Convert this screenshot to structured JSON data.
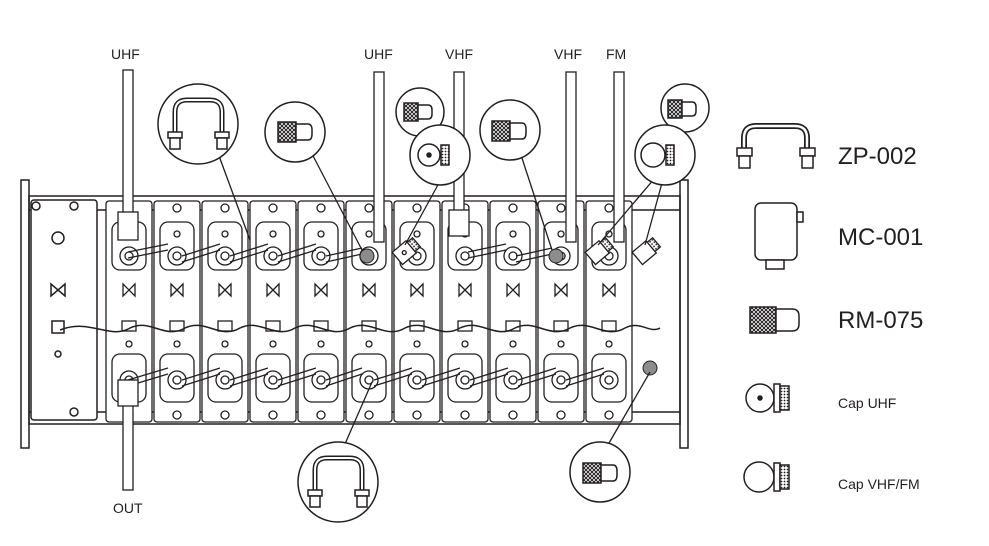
{
  "top_labels": {
    "uhf_1": "UHF",
    "uhf_2": "UHF",
    "vhf_1": "VHF",
    "vhf_2": "VHF",
    "fm": "FM"
  },
  "bottom_label": "OUT",
  "legend": {
    "bridge": "ZP-002",
    "cover": "MC-001",
    "load": "RM-075",
    "cap_uhf": "Cap UHF",
    "cap_vhf_fm": "Cap VHF/FM"
  },
  "colors": {
    "ink": "#231f20",
    "terminated_port": "#8c8c8c",
    "background": "#ffffff"
  },
  "modules": {
    "count": 11
  }
}
